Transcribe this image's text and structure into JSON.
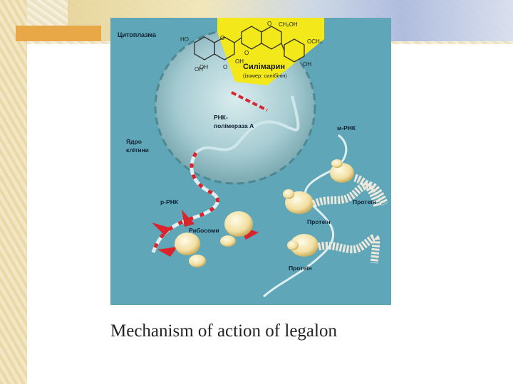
{
  "figure": {
    "labels": {
      "cytoplasm": "Цитоплазма",
      "silymarin": "Силімарин",
      "isomer": "(ізомер: силібінін)",
      "rna_polymerase_line1": "РНК-",
      "rna_polymerase_line2": "полімераза А",
      "m_rna": "м-РНК",
      "nucleus_line1": "Ядро",
      "nucleus_line2": "клітини",
      "r_rna": "р-РНК",
      "ribosomes": "Рибосоми",
      "protein_1": "Протеїн",
      "protein_2": "Протеїн",
      "protein_3": "Протеїн"
    },
    "chem": {
      "ho": "HO",
      "o1": "O",
      "o2": "O",
      "ch2oh": "CH₂OH",
      "och3": "OCH₃",
      "oh1": "OH",
      "oh2": "OH",
      "oh3": "OH",
      "oh4": "OH",
      "o3": "O",
      "o4": "O"
    },
    "colors": {
      "background": "#5fa7b8",
      "nucleus": "#9fc7cc",
      "highlight": "#f2e81a",
      "rna_red": "#d8242a",
      "ribosome": "#f2e4a6"
    }
  },
  "caption": "Mechanism of action of legalon"
}
